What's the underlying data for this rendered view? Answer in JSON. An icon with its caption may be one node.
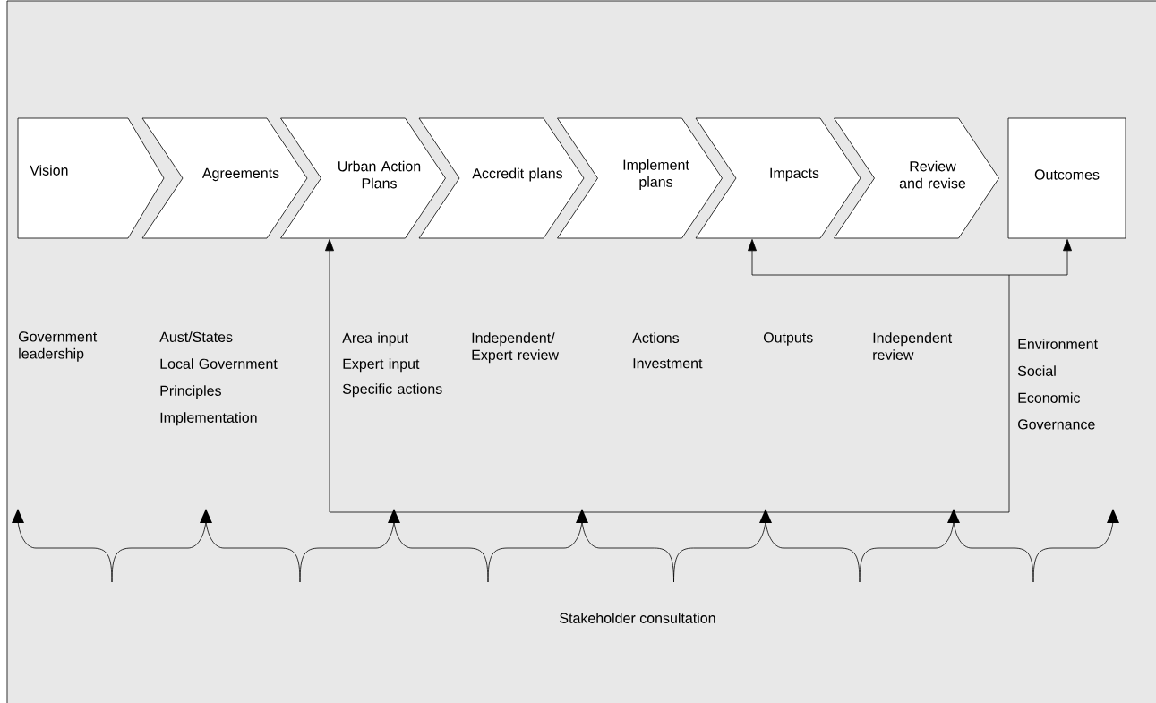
{
  "diagram": {
    "nodes": [
      {
        "text": [
          "Vision"
        ]
      },
      {
        "text": [
          "Agreements"
        ]
      },
      {
        "text": [
          "Urban Action Plans"
        ]
      },
      {
        "text": [
          "Accredit plans"
        ]
      },
      {
        "text": [
          "Implement plans"
        ]
      },
      {
        "text": [
          "Impacts"
        ]
      },
      {
        "text": [
          "Review and revise"
        ]
      },
      {
        "text": [
          "Outcomes"
        ]
      }
    ],
    "edges": [
      {
        "from": null,
        "to": 2,
        "arrow": "to"
      },
      {
        "from": null,
        "to": 5,
        "arrow": "to"
      },
      {
        "from": null,
        "to": 7,
        "arrow": "to"
      }
    ],
    "labels": [
      "Government leadership",
      "Aust/States",
      "Local Government",
      "Principles",
      "Implementation",
      "Area input",
      "Expert input",
      "Specific actions",
      "Independent/ Expert review",
      "Actions",
      "Investment",
      "Outputs",
      "Independent review",
      "Environment",
      "Social",
      "Economic",
      "Governance",
      "Stakeholder consultation"
    ]
  }
}
